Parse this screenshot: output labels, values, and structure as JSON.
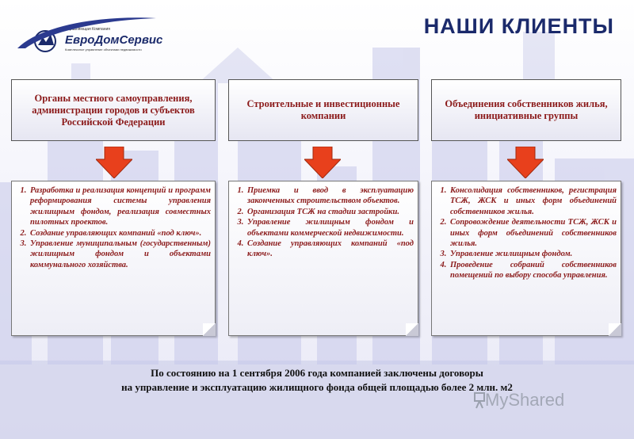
{
  "title": "НАШИ КЛИЕНТЫ",
  "logo": {
    "name": "ЕвроДомСервис",
    "tagline_top": "Управляющая Компания",
    "tagline_bottom": "Комплексное управление объектами недвижимости"
  },
  "columns": [
    {
      "header": "Органы местного самоуправления, администрации городов и субъектов Российской Федерации",
      "items": [
        "Разработка и реализация концепций и программ реформирования системы управления жилищным фондом, реализация совместных пилотных проектов.",
        "Создание управляющих компаний «под ключ».",
        "Управление муниципальным (государственным) жилищным фондом и объектами коммунального хозяйства."
      ]
    },
    {
      "header": "Строительные и инвестиционные компании",
      "items": [
        "Приемка и ввод в эксплуатацию законченных строительством объектов.",
        "Организация ТСЖ на стадии застройки.",
        "Управление жилищным фондом и объектами коммерческой недвижимости.",
        "Создание управляющих компаний «под ключ»."
      ]
    },
    {
      "header": "Объединения собственников жилья, инициативные группы",
      "items": [
        "Консолидация собственников, регистрация ТСЖ, ЖСК и иных форм объединений собственников жилья.",
        "Сопровождение деятельности ТСЖ, ЖСК и иных форм объединений собственников жилья.",
        "Управление жилищным фондом.",
        "Проведение собраний собственников помещений по выбору способа управления."
      ]
    }
  ],
  "footer": {
    "line1": "По состоянию на 1 сентября 2006 года компанией заключены договоры",
    "line2": "на управление и эксплуатацию жилищного фонда общей площадью более 2 млн. м2"
  },
  "watermark": "MyShared",
  "colors": {
    "title": "#1b2a6b",
    "text": "#8b1a1a",
    "arrow": "#e8401c"
  }
}
